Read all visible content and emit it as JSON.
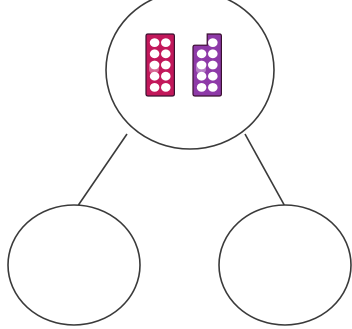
{
  "diagram": {
    "type": "part-whole-model",
    "whole": {
      "content": "number-shapes",
      "shapes": [
        {
          "name": "ten-shape",
          "value": 10,
          "color": "#c2185b",
          "columns": 2,
          "rows": 5
        },
        {
          "name": "nine-shape",
          "value": 9,
          "color": "#8e3aa8",
          "columns": 2,
          "rows": 5
        }
      ]
    },
    "parts": [
      {
        "name": "left-part",
        "content": ""
      },
      {
        "name": "right-part",
        "content": ""
      }
    ],
    "colors": {
      "outline": "#3a3a3a",
      "background": "#ffffff"
    }
  }
}
